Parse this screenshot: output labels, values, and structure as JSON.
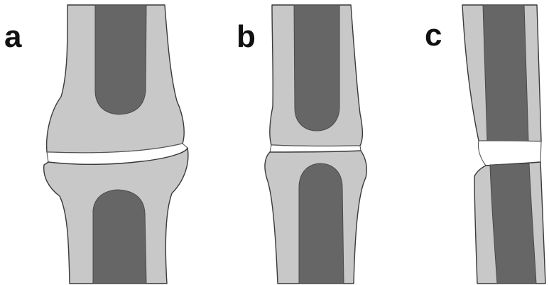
{
  "panels": [
    {
      "label": "a"
    },
    {
      "label": "b"
    },
    {
      "label": "c"
    }
  ],
  "colors": {
    "background": "#ffffff",
    "bone_cortex": "#c8c8c8",
    "bone_marrow": "#666666",
    "outline": "#3a3a3a",
    "joint_space": "#ffffff",
    "label": "#111111"
  }
}
